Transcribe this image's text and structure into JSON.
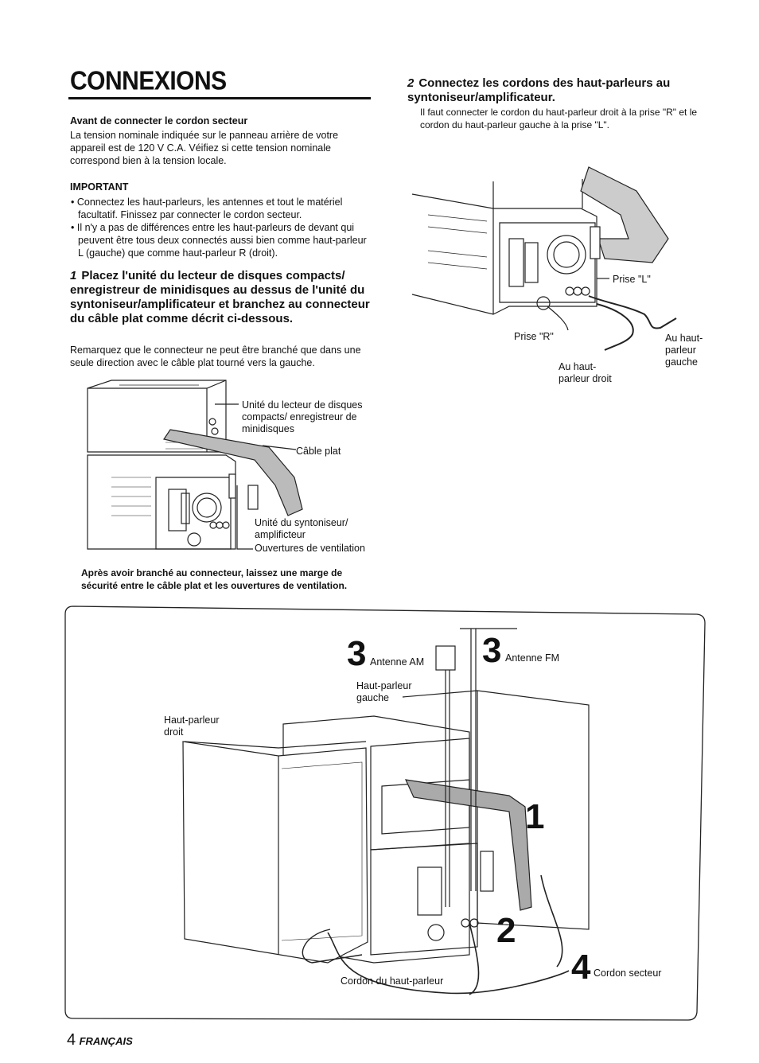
{
  "title": "CONNEXIONS",
  "before": {
    "heading": "Avant de connecter le cordon secteur",
    "text": "La tension nominale indiquée sur le panneau arrière de votre appareil est de 120 V C.A. Véifiez si cette tension nominale correspond bien à la tension locale."
  },
  "important": {
    "heading": "IMPORTANT",
    "items": [
      "• Connectez les haut-parleurs, les antennes et tout le matériel facultatif. Finissez par connecter le cordon secteur.",
      "• Il n'y a pas de différences entre les haut-parleurs de devant qui peuvent être tous deux connectés aussi bien comme haut-parleur L (gauche) que comme haut-parleur R (droit)."
    ]
  },
  "step1": {
    "num": "1",
    "heading": "Placez l'unité du lecteur de disques compacts/ enregistreur de minidisques au dessus de l'unité du syntoniseur/amplificateur et branchez au connecteur du câble plat comme décrit ci-dessous.",
    "text": "Remarquez que le connecteur ne peut être branché que dans une seule direction avec le câble plat tourné vers la gauche.",
    "labels": {
      "cd_unit": "Unité du lecteur de disques compacts/ enregistreur de minidisques",
      "flat_cable": "Câble plat",
      "tuner_unit": "Unité du syntoniseur/ amplificteur",
      "vents": "Ouvertures de ventilation"
    },
    "note": "Après avoir branché au connecteur, laissez une marge de sécurité entre le câble plat et les ouvertures de ventilation."
  },
  "step2": {
    "num": "2",
    "heading": "Connectez les cordons des haut-parleurs au syntoniseur/amplificateur.",
    "text": "Il faut connecter le cordon du haut-parleur droit à la prise \"R\" et le cordon du haut-parleur gauche à la prise \"L\".",
    "labels": {
      "jack_l": "Prise \"L\"",
      "jack_r": "Prise \"R\"",
      "to_left": "Au haut- parleur gauche",
      "to_right": "Au haut- parleur droit"
    }
  },
  "overview": {
    "num_3a": "3",
    "am": "Antenne AM",
    "num_3b": "3",
    "fm": "Antenne FM",
    "left_speaker": "Haut-parleur gauche",
    "right_speaker": "Haut-parleur droit",
    "num_1": "1",
    "num_2": "2",
    "num_4": "4",
    "speaker_cord": "Cordon du haut-parleur",
    "ac_cord": "Cordon secteur"
  },
  "footer": {
    "page": "4",
    "lang": "FRANÇAIS"
  }
}
